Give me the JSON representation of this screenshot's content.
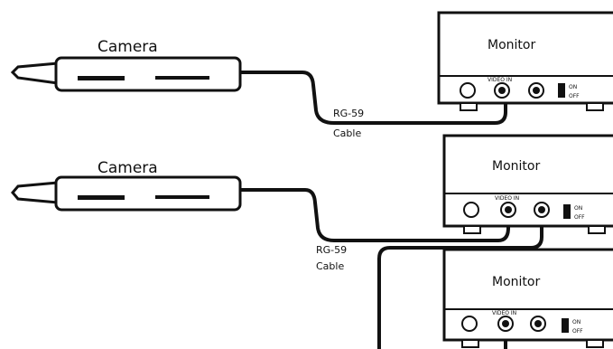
{
  "cameras": [
    {
      "label": "Camera"
    },
    {
      "label": "Camera"
    }
  ],
  "cables": [
    {
      "line1": "RG-59",
      "line2": "Cable"
    },
    {
      "line1": "RG-59",
      "line2": "Cable"
    }
  ],
  "monitors": [
    {
      "label": "Monitor",
      "terminal_label": "VIDEO IN",
      "switch_label_on": "ON",
      "switch_label_off": "OFF"
    },
    {
      "label": "Monitor",
      "terminal_label": "VIDEO IN",
      "switch_label_on": "ON",
      "switch_label_off": "OFF"
    },
    {
      "label": "Monitor",
      "terminal_label": "VIDEO IN",
      "switch_label_on": "ON",
      "switch_label_off": "OFF"
    }
  ]
}
